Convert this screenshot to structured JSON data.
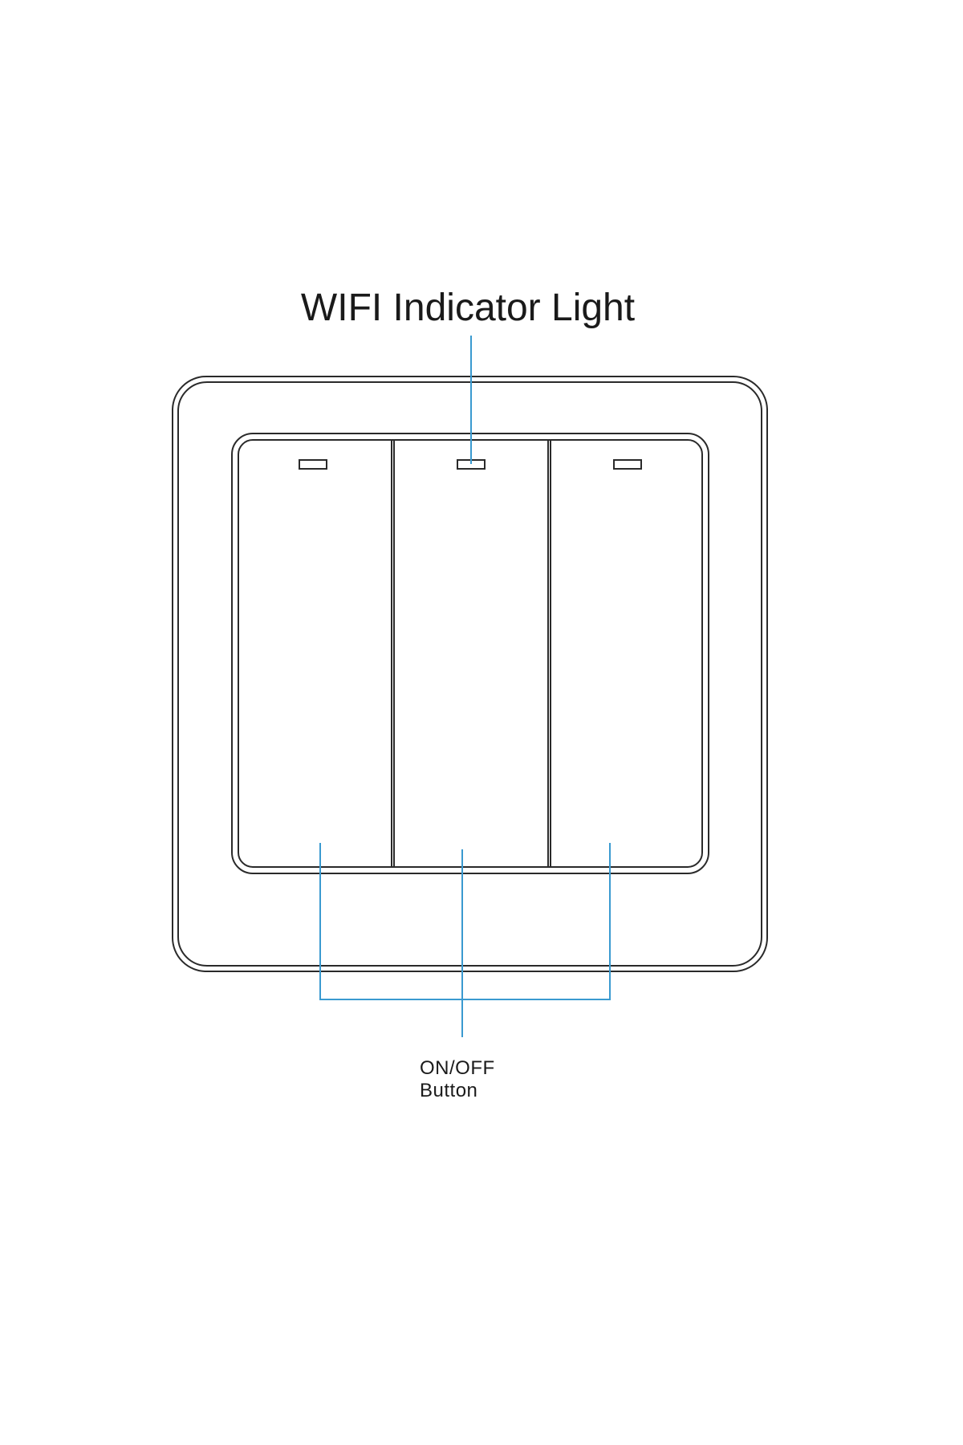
{
  "labels": {
    "wifi_indicator": "WIFI Indicator Light",
    "onoff_line1": "ON/OFF",
    "onoff_line2": "Button"
  },
  "colors": {
    "leader_line": "#3a9ad0",
    "outline": "#2a2a2a",
    "text": "#1a1a1a"
  }
}
